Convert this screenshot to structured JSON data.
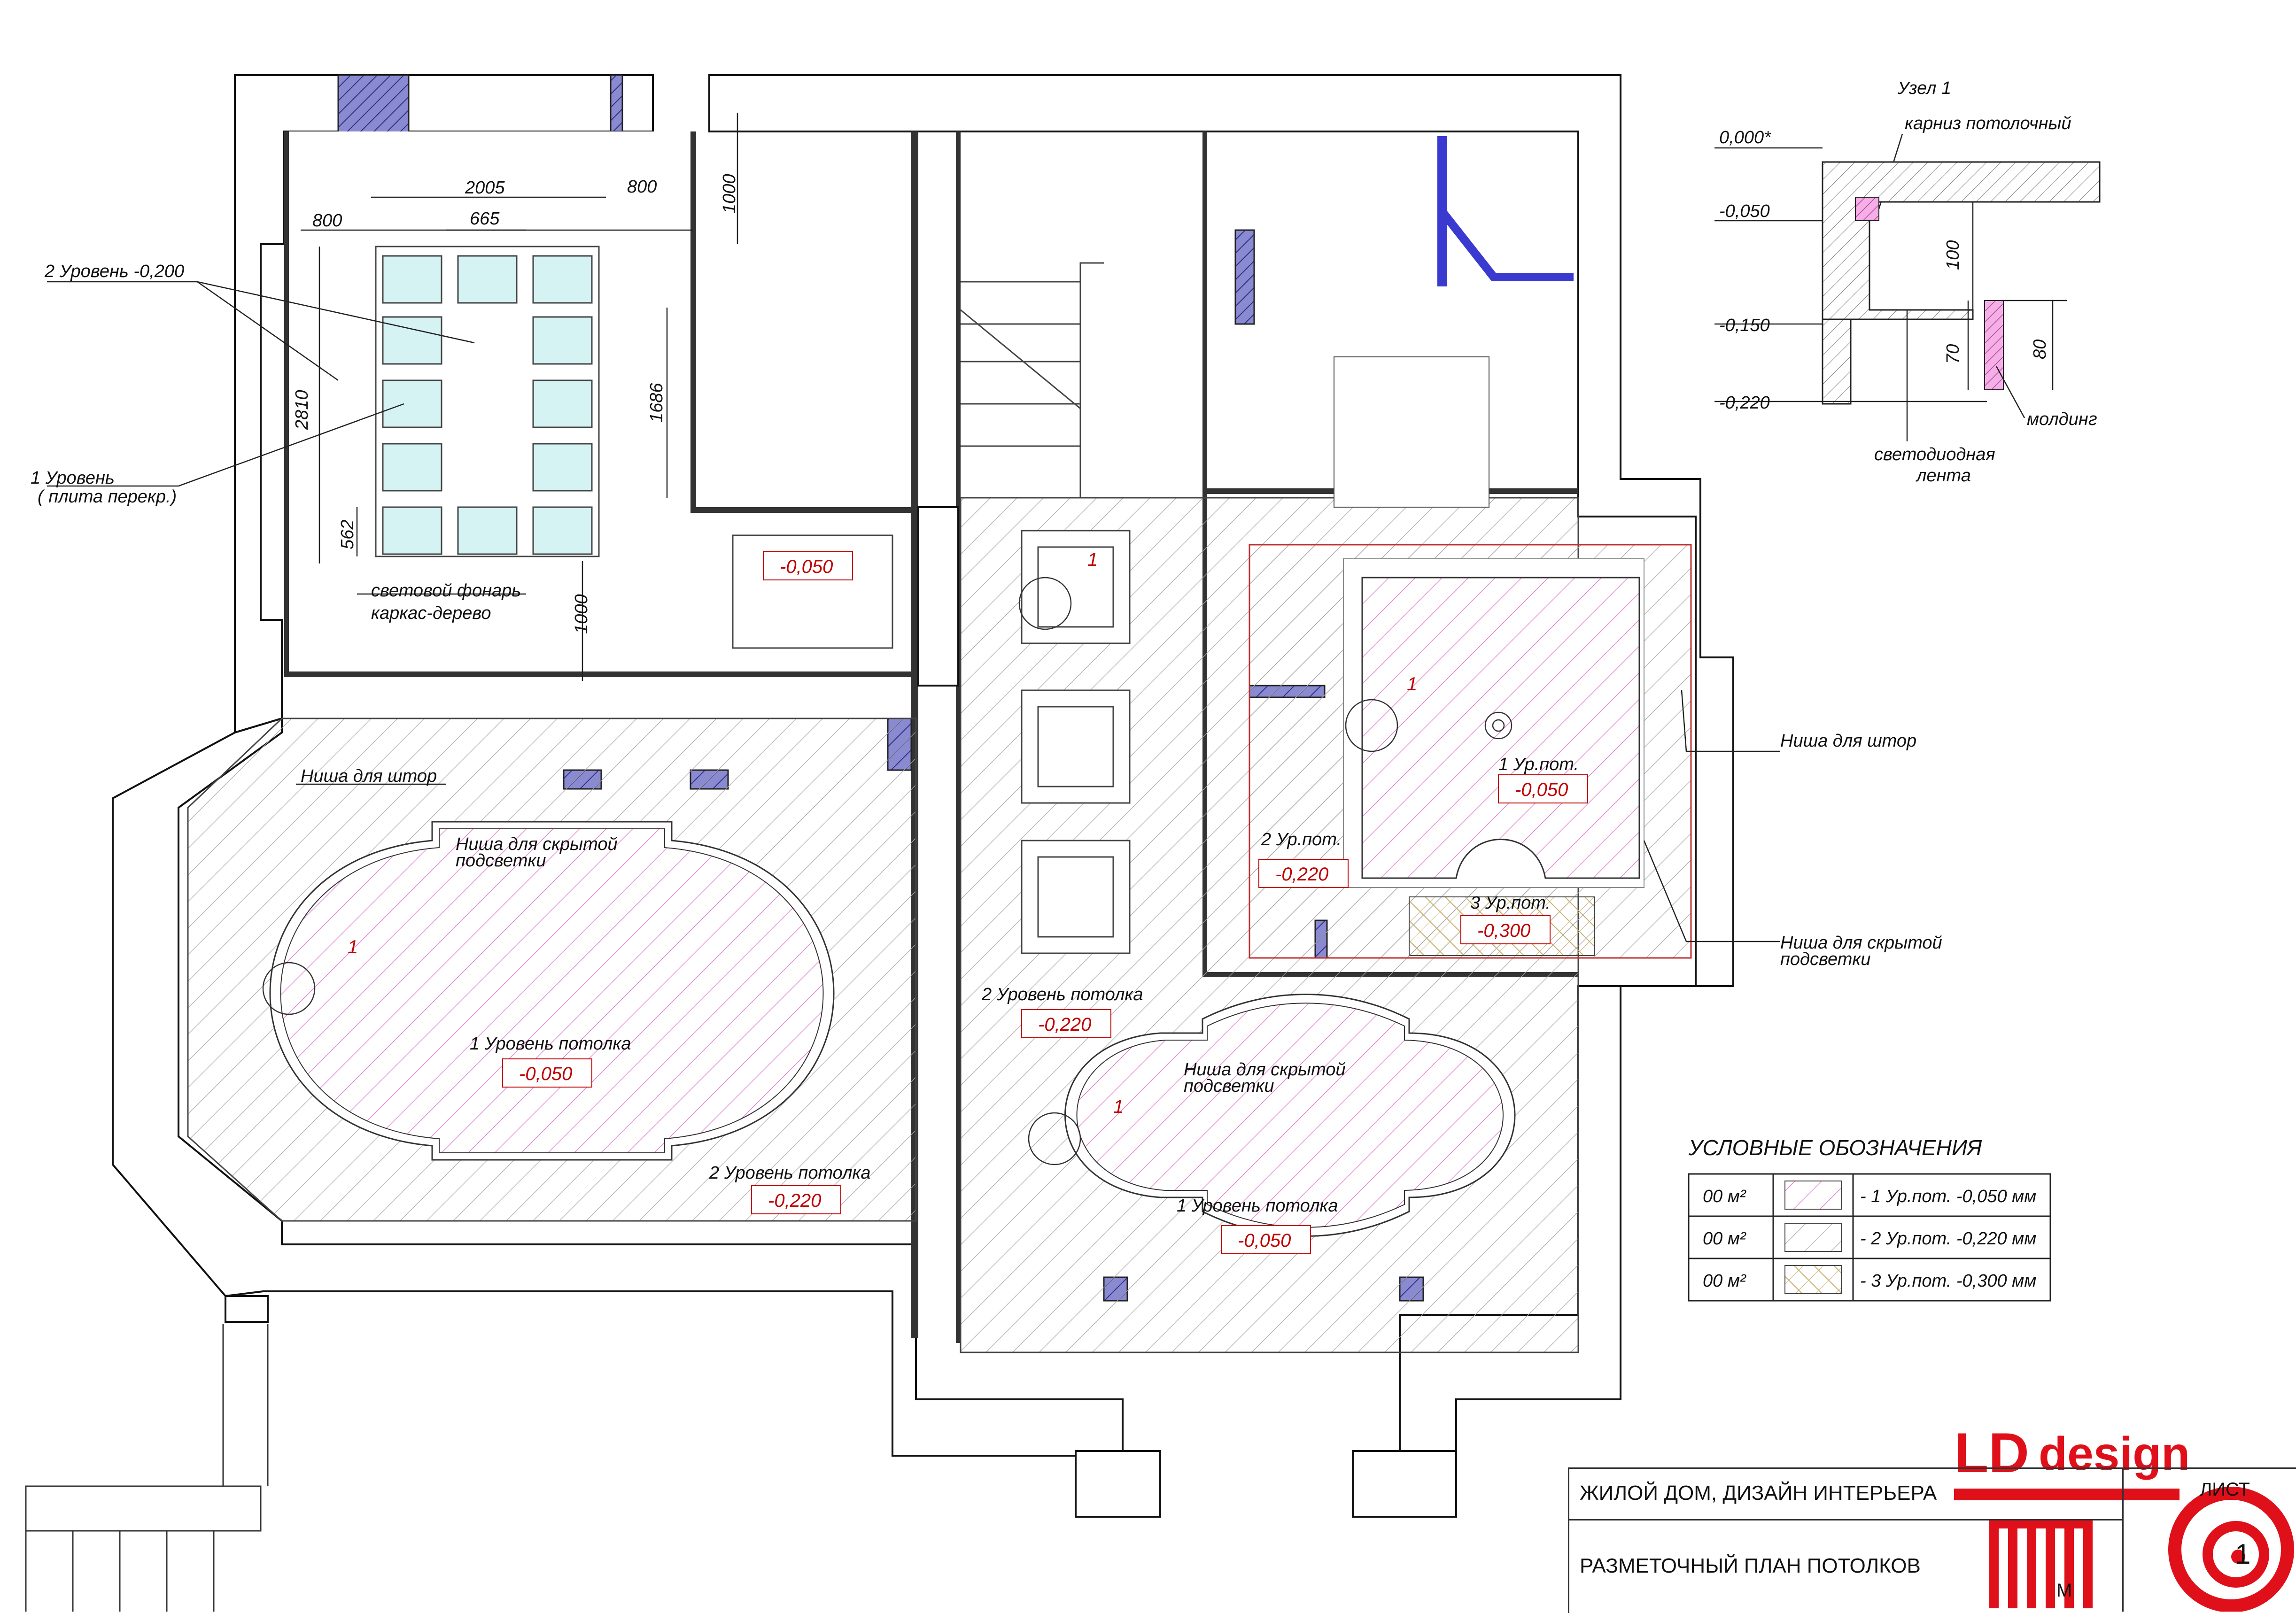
{
  "labels": {
    "level2_m0200": "2  Уровень  -0,200",
    "level1_slab": "1  Уровень",
    "level1_slab_sub": "( плита перекр.)",
    "skylight_1": "световой фонарь",
    "skylight_2": "каркас-дерево",
    "curtain_niche_left": "Ниша для штор",
    "hidden_light_left_1": "Ниша для скрытой",
    "hidden_light_left_2": "подсветки",
    "ceiling_l1_left": "1 Уровень потолка",
    "ceiling_l2_left": "2 Уровень потолка",
    "ceiling_l2_center": "2 Уровень потолка",
    "hidden_light_center_1": "Ниша для скрытой",
    "hidden_light_center_2": "подсветки",
    "ceiling_l1_center": "1 Уровень потолка",
    "curtain_niche_right": "Ниша для штор",
    "hidden_light_right_1": "Ниша для скрытой",
    "hidden_light_right_2": "подсветки",
    "room_l1": "1 Ур.пот.",
    "room_l2": "2 Ур.пот.",
    "room_l3": "3 Ур.пот.",
    "marker_1": "1"
  },
  "levels": {
    "entry": "-0,050",
    "left_l1": "-0,050",
    "left_l2": "-0,220",
    "center_l2": "-0,220",
    "center_l1": "-0,050",
    "room_l1": "-0,050",
    "room_l2": "-0,220",
    "room_l3": "-0,300"
  },
  "dimensions": {
    "d2005": "2005",
    "d800a": "800",
    "d800b": "800",
    "d665": "665",
    "d1000a": "1000",
    "d1000b": "1000",
    "d2810": "2810",
    "d1686": "1686",
    "d562": "562"
  },
  "detail": {
    "title": "Узел  1",
    "cornice": "карниз потолочный",
    "mark_0": "0,000*",
    "mark_1": "-0,050",
    "mark_2": "-0,150",
    "mark_3": "-0,220",
    "dim_100": "100",
    "dim_70": "70",
    "dim_80": "80",
    "molding": "молдинг",
    "led_1": "светодиодная",
    "led_2": "лента"
  },
  "legend": {
    "title": "УСЛОВНЫЕ ОБОЗНАЧЕНИЯ",
    "rows": [
      {
        "area": "00 м²",
        "text": "- 1 Ур.пот. -0,050 мм"
      },
      {
        "area": "00 м²",
        "text": "- 2 Ур.пот. -0,220 мм"
      },
      {
        "area": "00 м²",
        "text": "- 3 Ур.пот. -0,300 мм"
      }
    ]
  },
  "title_block": {
    "project": "ЖИЛОЙ ДОМ, ДИЗАЙН ИНТЕРЬЕРА",
    "sheet_label": "ЛИСТ",
    "drawing": "РАЗМЕТОЧНЫЙ ПЛАН ПОТОЛКОВ",
    "sheet_no": "1",
    "scale_label": "М"
  },
  "logo": {
    "text_ld": "LD",
    "text_design": "design"
  },
  "colors": {
    "level_red": "#c00000",
    "hatch_l1": "#e060c0",
    "hatch_l2": "#9a9a9a",
    "hatch_l3": "#c8b070",
    "wall_section": "#3030a0",
    "logo_red": "#e0101a"
  }
}
